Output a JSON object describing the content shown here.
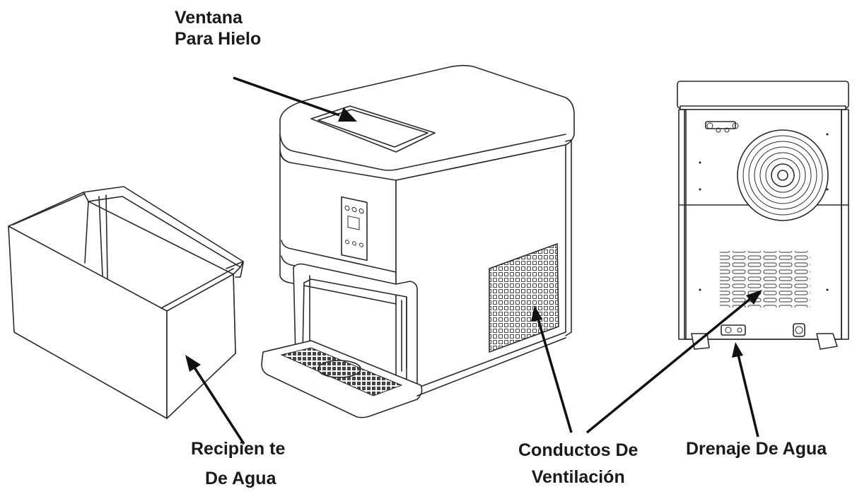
{
  "labels": {
    "ice_window_line1": "Ventana",
    "ice_window_line2": "Para Hielo",
    "water_tank_line1": "Recipien te",
    "water_tank_line2": "De Agua",
    "vents_line1": "Conductos De",
    "vents_line2": "Ventilación",
    "water_drain": "Drenaje De Agua"
  }
}
